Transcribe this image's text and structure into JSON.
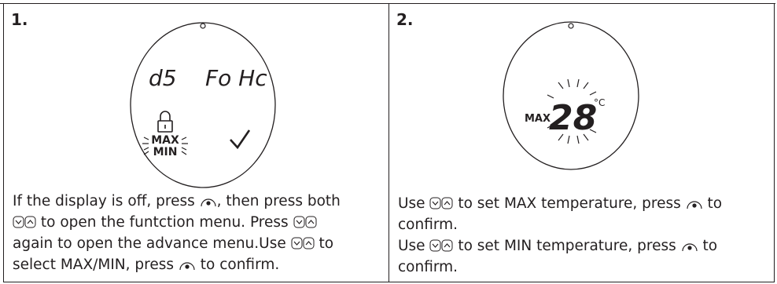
{
  "panel1": {
    "step": "1.",
    "display": {
      "left_code": "d5",
      "right_code": "Fo Hc",
      "max_label": "MAX",
      "min_label": "MIN"
    },
    "instructions": [
      {
        "pre": "If the display is off, press ",
        "icon1": "power-button-icon",
        "mid": ", then press both",
        "icon2": "",
        "post": ""
      },
      {
        "pre": "",
        "icon1": "up-down-buttons-icon",
        "mid": " to open the funtction menu. Press ",
        "icon2": "up-down-buttons-icon",
        "post": ""
      },
      {
        "pre": "again to open the advance menu.Use ",
        "icon1": "up-down-buttons-icon",
        "mid": " to",
        "icon2": "",
        "post": ""
      },
      {
        "pre": "select MAX/MIN, press ",
        "icon1": "power-button-icon",
        "mid": " to confirm.",
        "icon2": "",
        "post": ""
      }
    ]
  },
  "panel2": {
    "step": "2.",
    "display": {
      "max_label": "MAX",
      "temperature": "28",
      "unit": "°C"
    },
    "instructions": [
      {
        "pre": "Use ",
        "icon1": "up-down-buttons-icon",
        "mid": " to set MAX temperature, press ",
        "icon2": "power-button-icon",
        "post": " to"
      },
      {
        "pre": "confirm.",
        "icon1": "",
        "mid": "",
        "icon2": "",
        "post": ""
      },
      {
        "pre": "Use ",
        "icon1": "up-down-buttons-icon",
        "mid": " to set MIN  temperature, press ",
        "icon2": "power-button-icon",
        "post": " to"
      },
      {
        "pre": "confirm.",
        "icon1": "",
        "mid": "",
        "icon2": "",
        "post": ""
      }
    ]
  }
}
